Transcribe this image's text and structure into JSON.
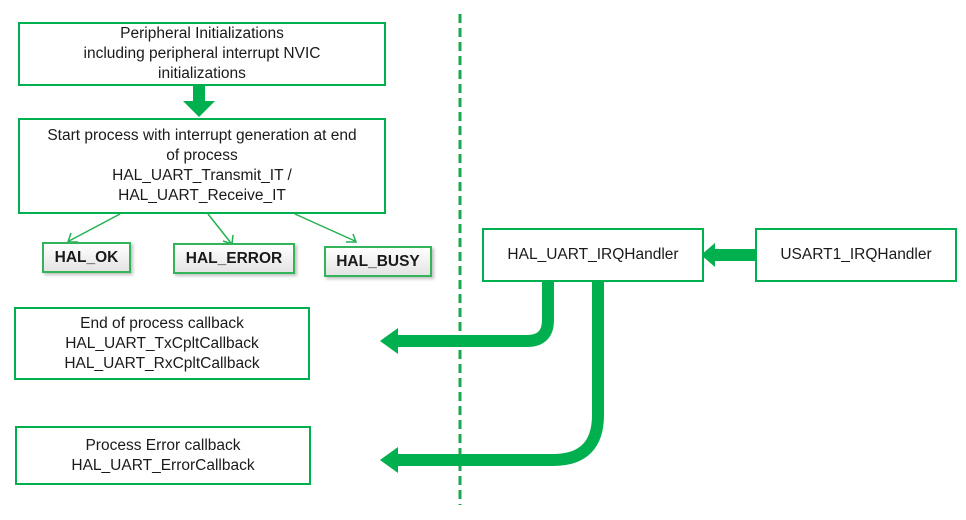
{
  "diagram": {
    "left": {
      "init_box": [
        "Peripheral Initializations",
        "including peripheral interrupt NVIC",
        "initializations"
      ],
      "start_box": [
        "Start process with interrupt generation at end",
        "of process",
        "HAL_UART_Transmit_IT /",
        "HAL_UART_Receive_IT"
      ],
      "status_codes": [
        "HAL_OK",
        "HAL_ERROR",
        "HAL_BUSY"
      ],
      "end_callback_box": [
        "End of process callback",
        "HAL_UART_TxCpltCallback",
        "HAL_UART_RxCpltCallback"
      ],
      "error_callback_box": [
        "Process Error callback",
        "HAL_UART_ErrorCallback"
      ]
    },
    "right": {
      "hal_irq_handler": "HAL_UART_IRQHandler",
      "usart_irq_handler": "USART1_IRQHandler"
    },
    "colors": {
      "accent": "#00b04f",
      "divider": "#1aa851"
    }
  }
}
